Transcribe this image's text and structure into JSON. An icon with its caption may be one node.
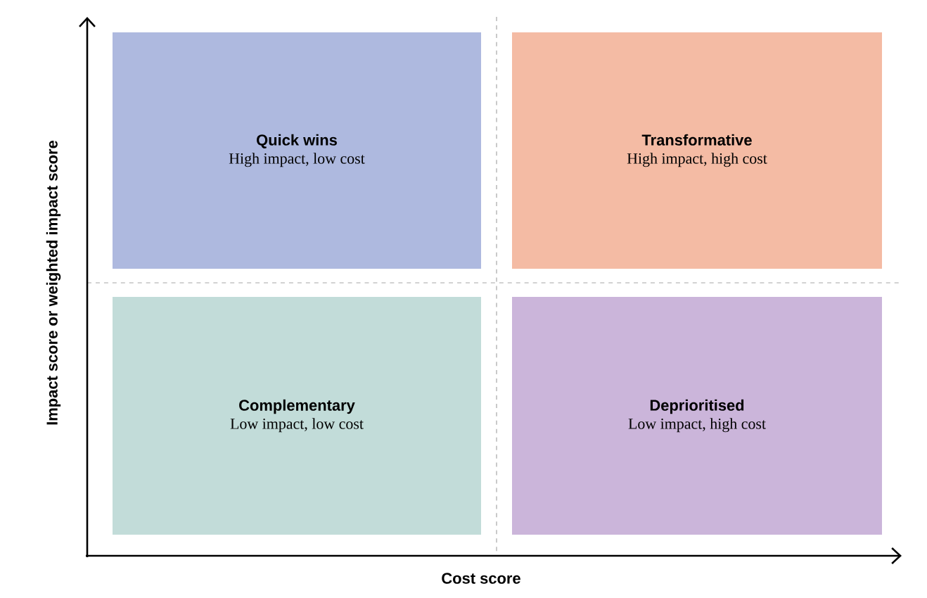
{
  "diagram": {
    "nodes": [
      {
        "text": [
          "Quick wins",
          "High impact, low cost"
        ]
      },
      {
        "text": [
          "Transformative",
          "High impact, high cost"
        ]
      },
      {
        "text": [
          "Complementary",
          "Low impact, low cost"
        ]
      },
      {
        "text": [
          "Deprioritised",
          "Low impact, high cost"
        ]
      }
    ],
    "labels": [
      "Impact score or weighted impact score",
      "Cost score"
    ]
  }
}
